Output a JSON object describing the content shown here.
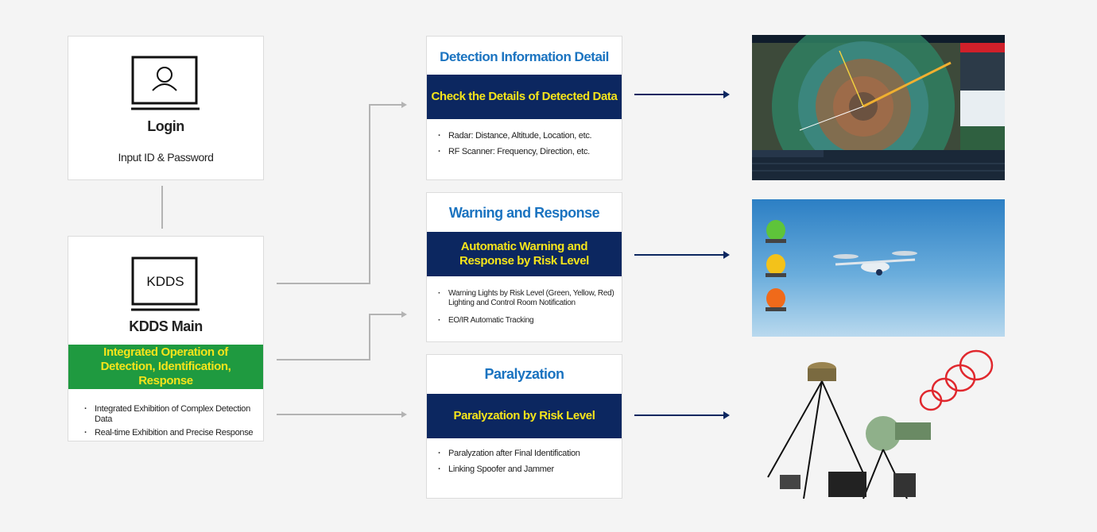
{
  "login": {
    "title": "Login",
    "subtitle": "Input ID & Password",
    "icon": "user-monitor-icon"
  },
  "main": {
    "screen_label": "KDDS",
    "title": "KDDS Main",
    "band": "Integrated Operation of Detection, Identification, Response",
    "bullets": [
      "Integrated Exhibition of Complex Detection Data",
      "Real-time Exhibition and Precise Response"
    ]
  },
  "detection": {
    "title": "Detection Information Detail",
    "band": "Check the Details of Detected Data",
    "bullets": [
      "Radar: Distance, Altitude, Location, etc.",
      "RF Scanner: Frequency, Direction, etc."
    ]
  },
  "warning": {
    "title": "Warning and Response",
    "band": "Automatic Warning and Response by Risk Level",
    "bullet1": "Warning Lights by Risk Level (Green, Yellow, Red) Lighting and Control Room Notification",
    "bullet2": "EO/IR Automatic Tracking"
  },
  "paralyzation": {
    "title": "Paralyzation",
    "band": "Paralyzation by Risk Level",
    "bullets": [
      "Paralyzation after Final Identification",
      "Linking Spoofer and Jammer"
    ]
  },
  "colors": {
    "navy": "#0c2760",
    "green": "#1f9a40",
    "band_text": "#f5e41b",
    "title_blue": "#1a73c0"
  }
}
